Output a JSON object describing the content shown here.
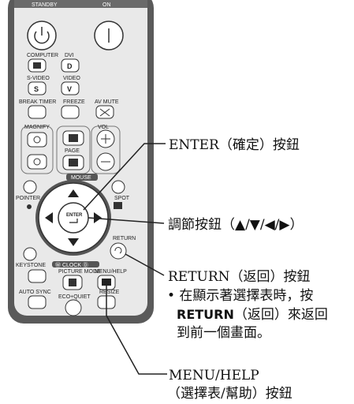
{
  "remote": {
    "standby": "STANDBY",
    "on": "ON",
    "computer": "COMPUTER",
    "dvi": "DVI",
    "dvi_key": "D",
    "svideo": "S-VIDEO",
    "svideo_key": "S",
    "video": "VIDEO",
    "video_key": "V",
    "breaktimer": "BREAK TIMER",
    "freeze": "FREEZE",
    "avmute": "AV MUTE",
    "magnify": "MAGNIFY",
    "page": "PAGE",
    "vol": "VOL",
    "mouse": "MOUSE",
    "pointer": "POINTER",
    "spot": "SPOT",
    "enter": "ENTER",
    "return": "RETURN",
    "keystone": "KEYSTONE",
    "eclock": "Ⓦ CLOCK Ⓓ",
    "picturemode": "PICTURE MODE",
    "menuhelp": "MENU/HELP",
    "autosync": "AUTO SYNC",
    "ecoquiet": "ECO+QUIET",
    "resize": "RESIZE"
  },
  "annotations": {
    "enter": "ENTER（確定）按鈕",
    "adjust": "調節按鈕（▲/▼/◀/▶）",
    "return_title": "RETURN（返回）按鈕",
    "return_desc1_a": "• 在顯示著選擇表時，按",
    "return_desc2_bold": "RETURN",
    "return_desc2_rest": "（返回）來返回",
    "return_desc3": "到前一個畫面。",
    "menu_line1": "MENU/HELP",
    "menu_line2": "（選擇表/幫助）按鈕"
  }
}
